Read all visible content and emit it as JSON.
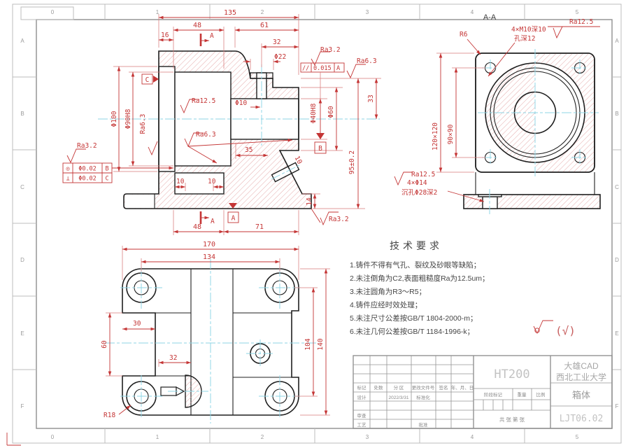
{
  "sheet": {
    "zones_h": [
      "0",
      "1",
      "2",
      "3",
      "4",
      "5"
    ],
    "zones_v": [
      "A",
      "B",
      "C",
      "D",
      "E",
      "F"
    ],
    "rest_note": "(√)"
  },
  "fv": {
    "d135": "135",
    "d48": "48",
    "d61": "61",
    "d16": "16",
    "d32": "32",
    "dphi22": "Φ22",
    "ra32_tr": "Ra3.2",
    "par_sym": "//",
    "par_val": "0.015",
    "par_ref": "A",
    "ra63_r": "Ra6.3",
    "d33": "33",
    "dphi40": "Φ40H8",
    "dphi60": "Φ60",
    "d95": "95±0.2",
    "d14": "14",
    "datB": "B",
    "ra32_br": "Ra3.2",
    "dphi10": "Φ10",
    "ra125": "Ra12.5",
    "ra63_m": "Ra6.3",
    "ra63_l": "Ra6.3",
    "dphi100": "Φ100",
    "dphi90": "Φ90H8",
    "datC": "C",
    "ra32_l": "Ra3.2",
    "tol1_sym": "◎",
    "tol1_val": "Φ0.02",
    "tol1_ref": "B",
    "tol2_sym": "⊥",
    "tol2_val": "Φ0.02",
    "tol2_ref": "C",
    "d35": "35",
    "d10ang": "10",
    "d10a": "10",
    "d10b": "10",
    "secA_top": "A",
    "secA_bot": "A",
    "datA": "A",
    "d48b": "48",
    "d71": "71"
  },
  "aa": {
    "title": "A-A",
    "r6": "R6",
    "m10": "4×M10深10",
    "m10b": "孔深12",
    "ra125_top": "Ra12.5",
    "d120": "120×120",
    "d90": "90×90",
    "ra125_bl": "Ra12.5",
    "phi14": "4×Φ14",
    "cbore": "沉孔Φ28深2"
  },
  "bv": {
    "d170": "170",
    "d134": "134",
    "d30": "30",
    "d60": "60",
    "d32": "32",
    "d104": "104",
    "d140": "140",
    "r18": "R18"
  },
  "tech": {
    "title": "技术要求",
    "items": [
      "1.铸件不得有气孔、裂纹及砂眼等缺陷；",
      "2.未注倒角为C2,表面粗糙度Ra为12.5um；",
      "3.未注圆角为R3～R5；",
      "4.铸件应经时效处理；",
      "5.未注尺寸公差按GB/T 1804-2000-m；",
      "6.未注几何公差按GB/T 1184-1996-k；"
    ]
  },
  "tb": {
    "biaoji": "标记",
    "chushu": "处数",
    "fenqu": "分 区",
    "wenjian": "更改文件号",
    "qianming": "签名",
    "riqi": "年、月、日",
    "sheji": "设计",
    "date": "2022/3/31",
    "biaozhunhua": "标准化",
    "shencha": "审查",
    "gongyi": "工艺",
    "pizhun": "批准",
    "material": "HT200",
    "jieduan": "阶段标记",
    "zhongliang": "重量",
    "bili": "比例",
    "sheets": "共  张  第  张",
    "company1": "大雄CAD",
    "company2": "西北工业大学",
    "part": "箱体",
    "drawno": "LJT06.02"
  }
}
